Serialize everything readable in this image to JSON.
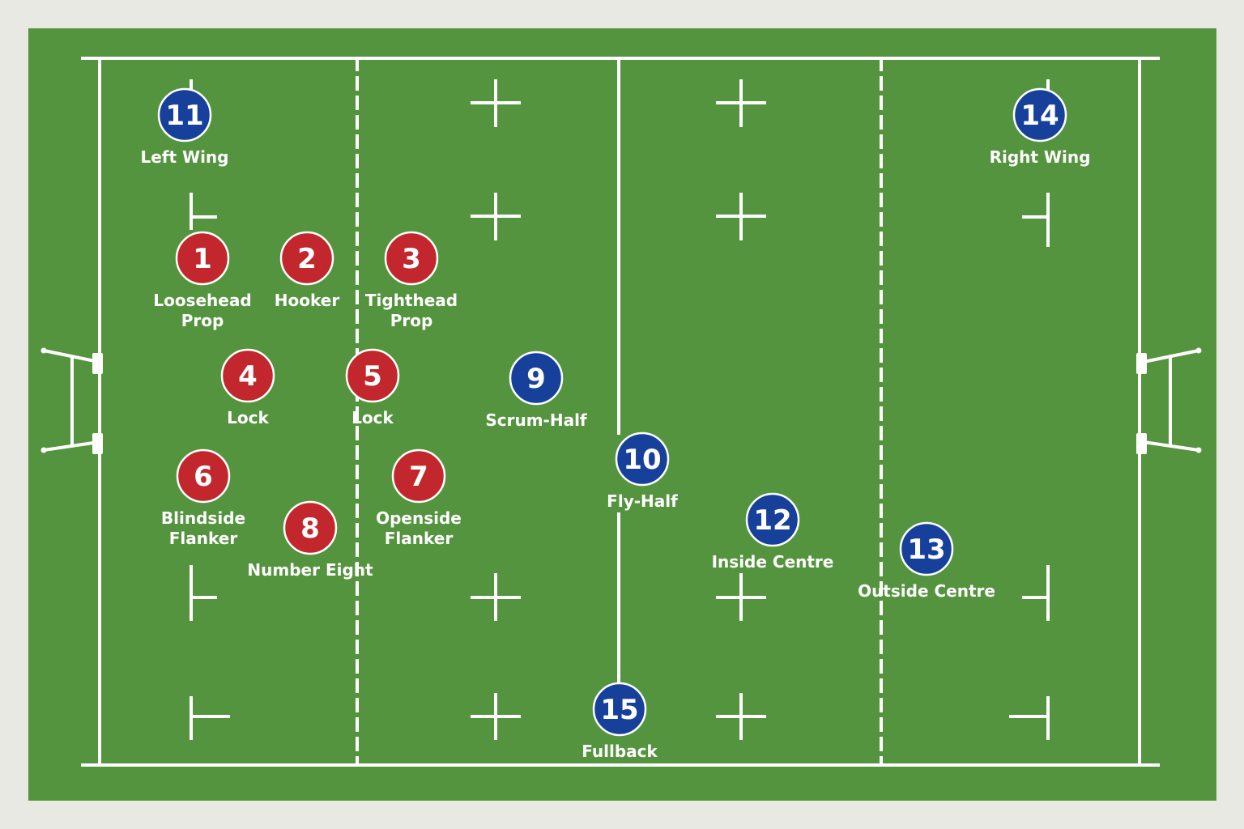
{
  "colors": {
    "grass": "#55943f",
    "lines": "#ffffff",
    "forwards": "#c1272d",
    "backs": "#16409a",
    "background": "#e9e9e4"
  },
  "players": [
    {
      "number": "1",
      "label": [
        "Loosehead",
        "Prop"
      ],
      "team": "forwards"
    },
    {
      "number": "2",
      "label": [
        "Hooker"
      ],
      "team": "forwards"
    },
    {
      "number": "3",
      "label": [
        "Tighthead",
        "Prop"
      ],
      "team": "forwards"
    },
    {
      "number": "4",
      "label": [
        "Lock"
      ],
      "team": "forwards"
    },
    {
      "number": "5",
      "label": [
        "Lock"
      ],
      "team": "forwards"
    },
    {
      "number": "6",
      "label": [
        "Blindside",
        "Flanker"
      ],
      "team": "forwards"
    },
    {
      "number": "7",
      "label": [
        "Openside",
        "Flanker"
      ],
      "team": "forwards"
    },
    {
      "number": "8",
      "label": [
        "Number Eight"
      ],
      "team": "forwards"
    },
    {
      "number": "9",
      "label": [
        "Scrum-Half"
      ],
      "team": "backs"
    },
    {
      "number": "10",
      "label": [
        "Fly-Half"
      ],
      "team": "backs"
    },
    {
      "number": "11",
      "label": [
        "Left Wing"
      ],
      "team": "backs"
    },
    {
      "number": "12",
      "label": [
        "Inside Centre"
      ],
      "team": "backs"
    },
    {
      "number": "13",
      "label": [
        "Outside Centre"
      ],
      "team": "backs"
    },
    {
      "number": "14",
      "label": [
        "Right Wing"
      ],
      "team": "backs"
    },
    {
      "number": "15",
      "label": [
        "Fullback"
      ],
      "team": "backs"
    }
  ]
}
